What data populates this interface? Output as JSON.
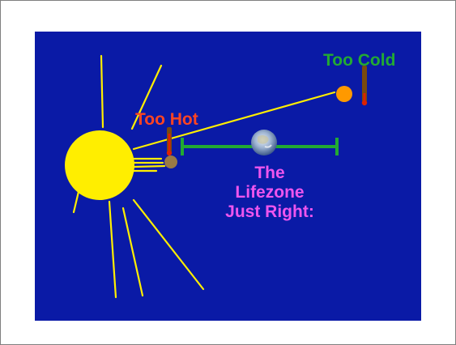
{
  "labels": {
    "too_cold": "Too Cold",
    "too_hot": "Too Hot",
    "lifezone_line1": "The",
    "lifezone_line2": "Lifezone",
    "lifezone_line3": "Just Right:"
  },
  "colors": {
    "panel_background": "#0a1aa6",
    "sun": "#ffee00",
    "sun_rays": "#ffee00",
    "too_cold_text": "#22aa33",
    "too_hot_text": "#ff4422",
    "lifezone_text": "#ee55ee",
    "lifezone_bar": "#22aa33",
    "hot_planet": "#9a7a45",
    "cold_planet": "#ff9900",
    "thermometer_tube": "#7a4a10",
    "thermometer_mercury": "#dd2200",
    "earth": "#8fa6c8"
  },
  "icons": [
    "sun-icon",
    "hot-planet-icon",
    "cold-planet-icon",
    "earth-icon",
    "hot-thermometer-icon",
    "cold-thermometer-icon"
  ]
}
